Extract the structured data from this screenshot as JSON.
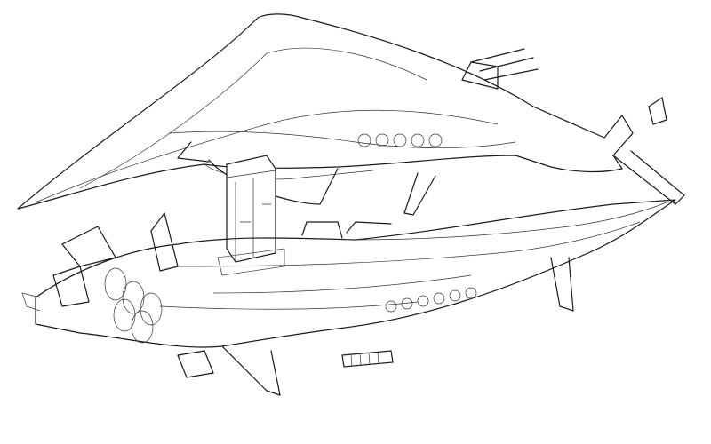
{
  "artwork": {
    "style": "line-art",
    "colors": {
      "background": "#ffffff",
      "ink": "#1a1a1a"
    },
    "subjects": [
      "spaceship-upper-view",
      "spaceship-lower-view",
      "tower-module",
      "cylinder-module"
    ]
  }
}
